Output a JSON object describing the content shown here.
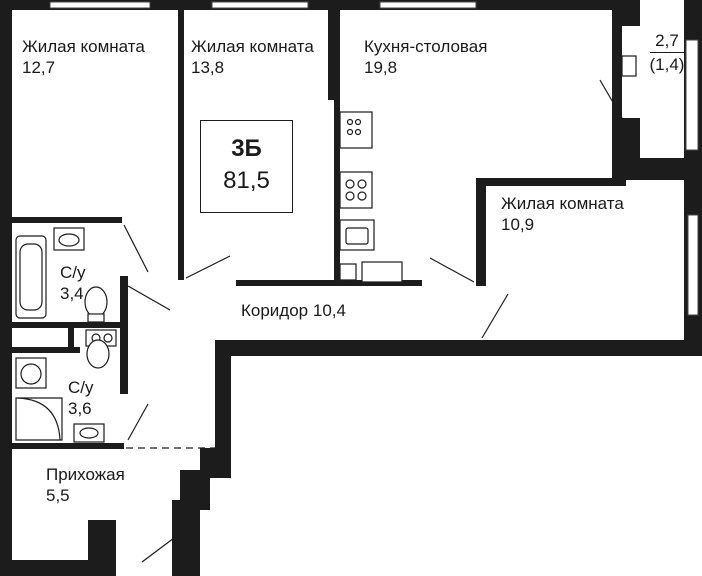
{
  "apartment": {
    "type": "3Б",
    "total_area": "81,5"
  },
  "rooms": [
    {
      "id": "living-1",
      "name": "Жилая комната",
      "area": "12,7"
    },
    {
      "id": "living-2",
      "name": "Жилая комната",
      "area": "13,8"
    },
    {
      "id": "kitchen",
      "name": "Кухня-столовая",
      "area": "19,8"
    },
    {
      "id": "living-3",
      "name": "Жилая комната",
      "area": "10,9"
    },
    {
      "id": "bath-1",
      "name": "С/у",
      "area": "3,4"
    },
    {
      "id": "bath-2",
      "name": "С/у",
      "area": "3,6"
    },
    {
      "id": "hall",
      "name": "Прихожая",
      "area": "5,5"
    }
  ],
  "corridor": {
    "label": "Коридор 10,4"
  },
  "balcony": {
    "area": "2,7",
    "reduced_area": "(1,4)"
  },
  "colors": {
    "wall": "#1c1c1c",
    "background": "#ffffff"
  }
}
